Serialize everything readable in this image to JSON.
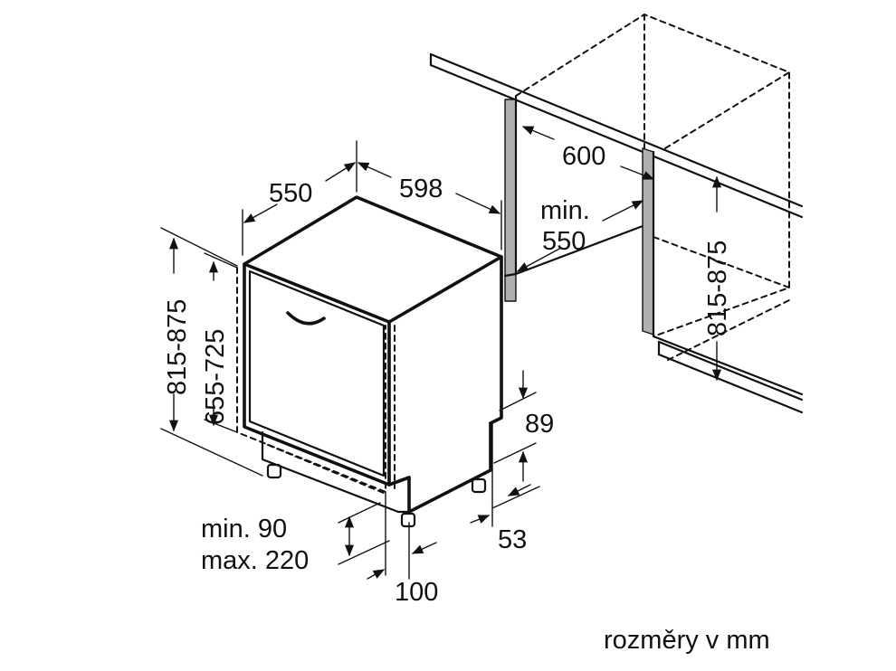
{
  "dimensions": {
    "depth_appliance": "550",
    "width_appliance": "598",
    "width_niche": "600",
    "min_depth_niche_1": "min.",
    "min_depth_niche_2": "550",
    "height_niche_left": "815-875",
    "height_door": "655-725",
    "height_niche_right": "815-875",
    "plinth_gap": "89",
    "foot_offset": "53",
    "plinth_min": "min. 90",
    "plinth_max": "max. 220",
    "plinth_depth": "100"
  },
  "legend": "rozměry v mm"
}
